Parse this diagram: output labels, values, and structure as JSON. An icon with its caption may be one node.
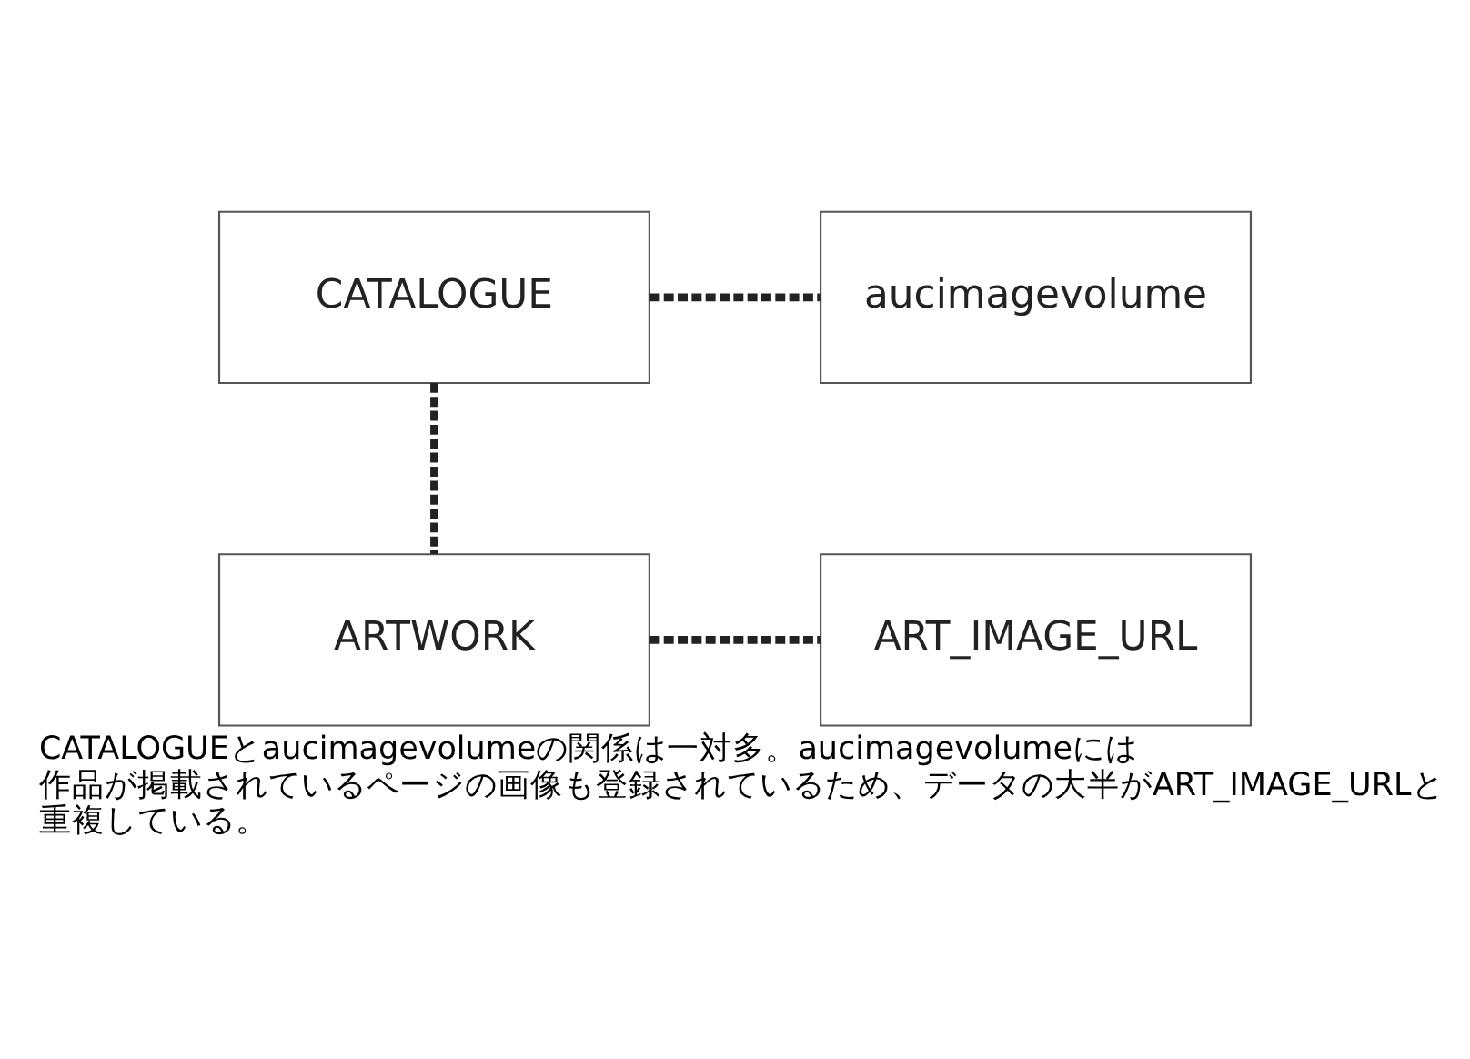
{
  "diagram": {
    "caption": "CATALOGUEとaucimagevolumeの関係は一対多。aucimagevolumeには作品が掲載されているページの画像も登録されているため、データの大半がART_IMAGE_URLと重複している。",
    "nodes": [
      {
        "text": [
          "CATALOGUE"
        ]
      },
      {
        "text": [
          "aucimagevolume"
        ]
      },
      {
        "text": [
          "ARTWORK"
        ]
      },
      {
        "text": [
          "ART_IMAGE_URL"
        ]
      }
    ],
    "edges": [
      {
        "from": 0,
        "to": 1,
        "arrow": "none",
        "style": "dashed"
      },
      {
        "from": 0,
        "to": 2,
        "arrow": "none",
        "style": "dashed"
      },
      {
        "from": 2,
        "to": 3,
        "arrow": "none",
        "style": "dashed"
      }
    ]
  }
}
